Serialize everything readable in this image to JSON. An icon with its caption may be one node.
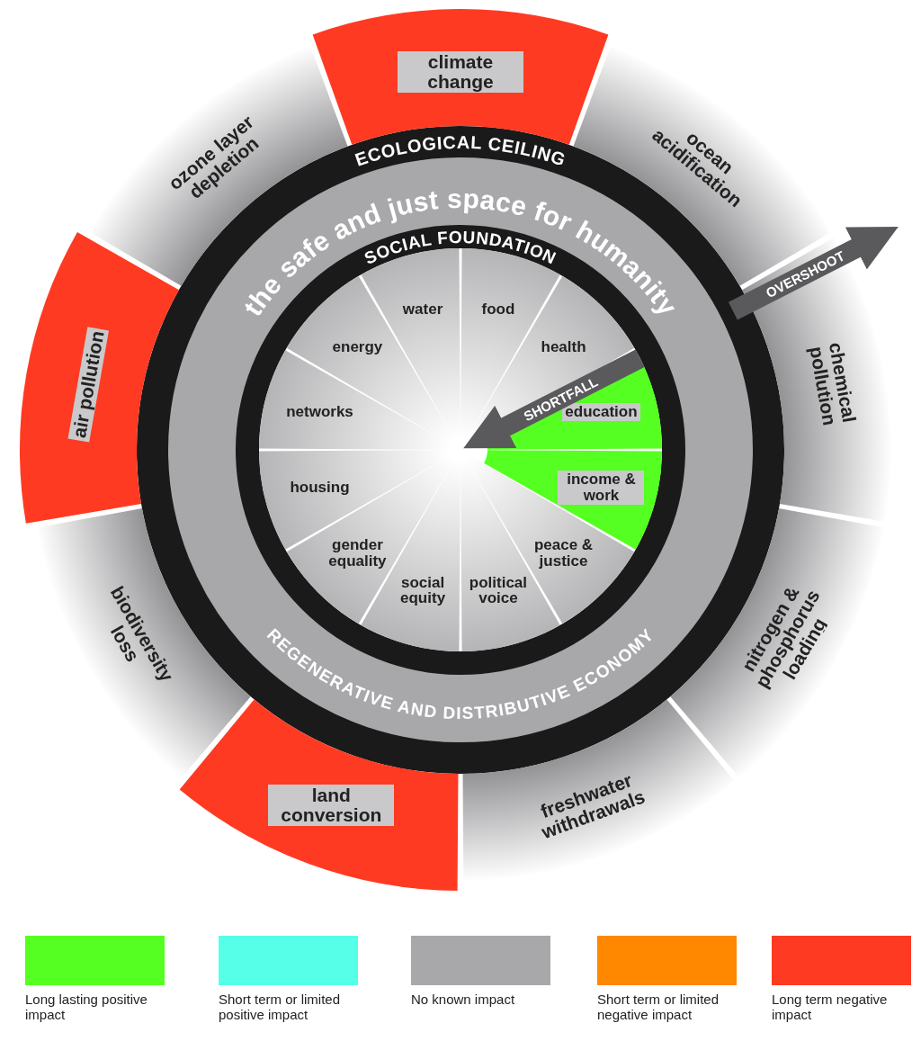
{
  "diagram": {
    "nodes": [
      {
        "text": [
          "climate change"
        ]
      },
      {
        "text": [
          "ocean acidification"
        ]
      },
      {
        "text": [
          "chemical pollution"
        ]
      },
      {
        "text": [
          "nitrogen & phosphorus loading"
        ]
      },
      {
        "text": [
          "freshwater withdrawals"
        ]
      },
      {
        "text": [
          "land conversion"
        ]
      },
      {
        "text": [
          "biodiversity loss"
        ]
      },
      {
        "text": [
          "air pollution"
        ]
      },
      {
        "text": [
          "ozone layer depletion"
        ]
      },
      {
        "text": [
          "water"
        ]
      },
      {
        "text": [
          "food"
        ]
      },
      {
        "text": [
          "health"
        ]
      },
      {
        "text": [
          "education"
        ]
      },
      {
        "text": [
          "income & work"
        ]
      },
      {
        "text": [
          "peace & justice"
        ]
      },
      {
        "text": [
          "political voice"
        ]
      },
      {
        "text": [
          "social equity"
        ]
      },
      {
        "text": [
          "gender equality"
        ]
      },
      {
        "text": [
          "housing"
        ]
      },
      {
        "text": [
          "networks"
        ]
      },
      {
        "text": [
          "energy"
        ]
      }
    ],
    "edges": [],
    "labels": [
      "ECOLOGICAL CEILING",
      "the safe and just space for humanity",
      "SOCIAL FOUNDATION",
      "OVERSHOOT",
      "SHORTFALL",
      "REGENERATIVE AND DISTRIBUTIVE ECONOMY"
    ],
    "legend": [
      {
        "text": "Long lasting positive impact",
        "color": "#55ff22"
      },
      {
        "text": "Short term or limited positive impact",
        "color": "#55ffe8"
      },
      {
        "text": "No known impact",
        "color": "#a8a8ab"
      },
      {
        "text": "Short term or limited negative impact",
        "color": "#ff8800"
      },
      {
        "text": "Long term negative impact",
        "color": "#ff3a22"
      }
    ]
  }
}
